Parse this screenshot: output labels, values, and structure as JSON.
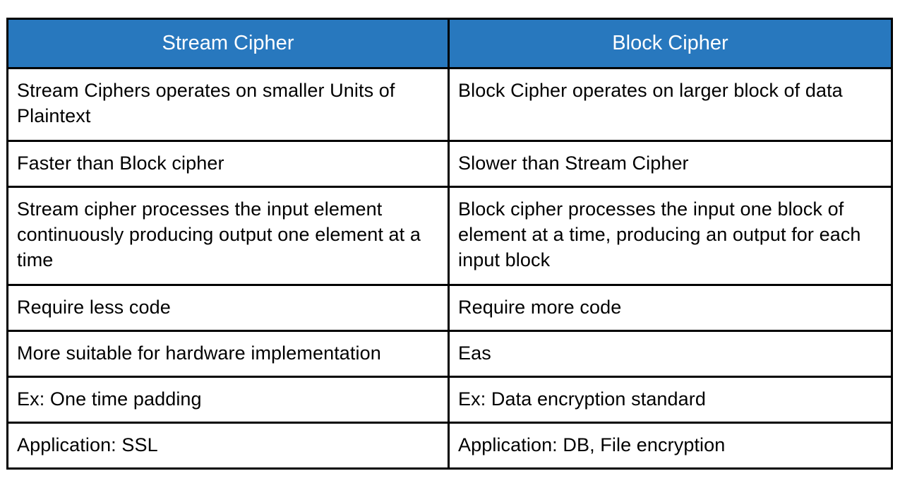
{
  "table": {
    "accent_color": "#2878be",
    "header_text_color": "#ffffff",
    "body_text_color": "#000000",
    "border_color": "#000000",
    "columns": [
      {
        "key": "stream",
        "label": "Stream Cipher"
      },
      {
        "key": "block",
        "label": "Block Cipher"
      }
    ],
    "rows": [
      {
        "stream": "Stream Ciphers operates on smaller Units of Plaintext",
        "block": "Block Cipher operates on larger block of data"
      },
      {
        "stream": "Faster than Block cipher",
        "block": "Slower than Stream Cipher"
      },
      {
        "stream": "Stream cipher processes the input element continuously producing output one element at a time",
        "block": "Block cipher processes the input one block of element at a time, producing an output for each input block"
      },
      {
        "stream": "Require less code",
        "block": "Require more code"
      },
      {
        "stream": "More suitable for hardware implementation",
        "block": "Eas"
      },
      {
        "stream": "Ex: One time padding",
        "block": "Ex: Data encryption standard"
      },
      {
        "stream": "Application: SSL",
        "block": "Application: DB, File encryption"
      }
    ]
  }
}
